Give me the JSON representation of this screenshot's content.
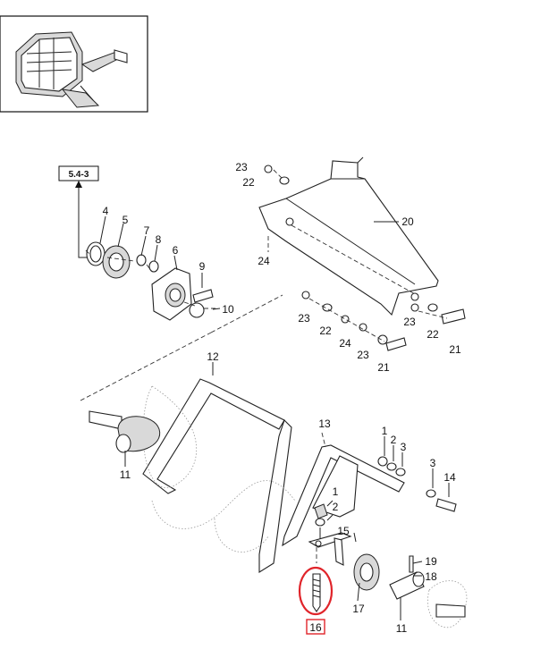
{
  "diagram": {
    "reference_box": "5.4-3",
    "labels": {
      "p4": "4",
      "p5": "5",
      "p7": "7",
      "p8": "8",
      "p6": "6",
      "p9": "9",
      "p10": "10",
      "p23a": "23",
      "p22a": "22",
      "p20": "20",
      "p24a": "24",
      "p23b": "23",
      "p22b": "22",
      "p24b": "24",
      "p23c": "23",
      "p21a": "21",
      "p23d": "23",
      "p22c": "22",
      "p21b": "21",
      "p12": "12",
      "p11a": "11",
      "p13": "13",
      "p1a": "1",
      "p2a": "2",
      "p3a": "3",
      "p3b": "3",
      "p14": "14",
      "p1b": "1",
      "p2b": "2",
      "p15": "15",
      "p19": "19",
      "p18": "18",
      "p17": "17",
      "p11b": "11",
      "p16": "16"
    },
    "highlight": {
      "part": "16",
      "color": "#e0242a"
    }
  }
}
